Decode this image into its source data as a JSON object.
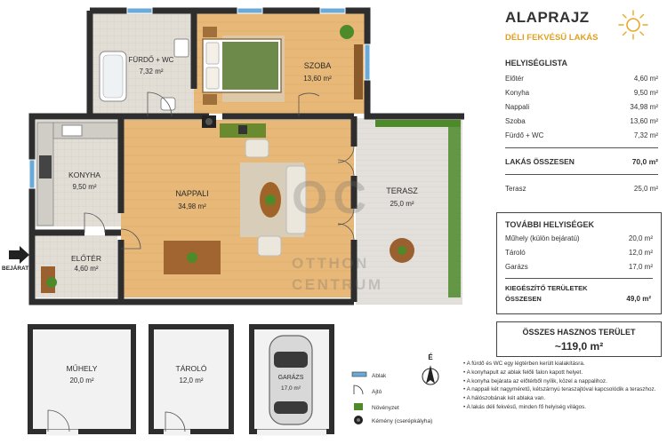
{
  "header": {
    "title": "ALAPRAJZ",
    "subtitle": "DÉLI FEKVÉSŰ LAKÁS",
    "sun_icon": "sun-icon",
    "accent_color": "#e8a926"
  },
  "room_list": {
    "heading": "HELYISÉGLISTA",
    "rows": [
      {
        "name": "Előtér",
        "area": "4,60 m²"
      },
      {
        "name": "Konyha",
        "area": "9,50 m²"
      },
      {
        "name": "Nappali",
        "area": "34,98 m²"
      },
      {
        "name": "Szoba",
        "area": "13,60 m²"
      },
      {
        "name": "Fürdő + WC",
        "area": "7,32 m²"
      }
    ],
    "total": {
      "name": "LAKÁS ÖSSZESEN",
      "area": "70,0 m²"
    },
    "terrace": {
      "name": "Terasz",
      "area": "25,0 m²"
    }
  },
  "extra_rooms": {
    "heading": "TOVÁBBI HELYISÉGEK",
    "rows": [
      {
        "name": "Műhely (külön bejáratú)",
        "area": "20,0 m²"
      },
      {
        "name": "Tároló",
        "area": "12,0 m²"
      },
      {
        "name": "Garázs",
        "area": "17,0 m²"
      }
    ],
    "total_line1": "KIEGÉSZÍTŐ TERÜLETEK",
    "total_line2": "ÖSSZESEN",
    "total_area": "49,0 m²"
  },
  "summary": {
    "label": "ÖSSZES HASZNOS TERÜLET",
    "value": "~119,0 m²"
  },
  "notes": [
    "A fürdő és WC egy légtérben került kialakításra.",
    "A konyhapult az ablak felőli falon kapott helyet.",
    "A konyha bejárata az előtérből nyílik, közel a nappalihoz.",
    "A nappali két nagyméretű, kétszárnyú teraszajtóval kapcsolódik a teraszhoz.",
    "A hálószobának két ablaka van.",
    "A lakás déli fekvésű, minden fő helyiség világos."
  ],
  "legend": [
    {
      "label": "Ablak",
      "icon": "window-icon"
    },
    {
      "label": "Ajtó",
      "icon": "door-icon"
    },
    {
      "label": "Növényzet",
      "icon": "plant-icon"
    },
    {
      "label": "Kémény (cserépkályha)",
      "icon": "chimney-icon"
    }
  ],
  "compass": {
    "label": "É",
    "icon": "north-arrow-icon"
  },
  "entrance": {
    "label": "BEJÁRAT"
  },
  "watermark": {
    "line1": "OC",
    "line2": "OTTHON",
    "line3": "CENTRUM"
  },
  "rooms": {
    "furdo": {
      "name": "FÜRDŐ + WC",
      "area": "7,32 m²"
    },
    "szoba": {
      "name": "SZOBA",
      "area": "13,60 m²"
    },
    "konyha": {
      "name": "KONYHA",
      "area": "9,50 m²"
    },
    "nappali": {
      "name": "NAPPALI",
      "area": "34,98 m²"
    },
    "eloter": {
      "name": "ELŐTÉR",
      "area": "4,60 m²"
    },
    "terasz": {
      "name": "TERASZ",
      "area": "25,0 m²"
    },
    "muhely": {
      "name": "MŰHELY",
      "area": "20,0 m²"
    },
    "tarolo": {
      "name": "TÁROLÓ",
      "area": "12,0 m²"
    },
    "garazs": {
      "name": "GARÁZS",
      "area": "17,0 m²"
    }
  },
  "colors": {
    "wall": "#2e2e2e",
    "wood_floor": "#e8b878",
    "tile_floor": "#dedad2",
    "terrace_floor": "#e0ddd8",
    "bed_green": "#6e8a4a",
    "window": "#6aaad8",
    "plant": "#4c8a2a"
  }
}
